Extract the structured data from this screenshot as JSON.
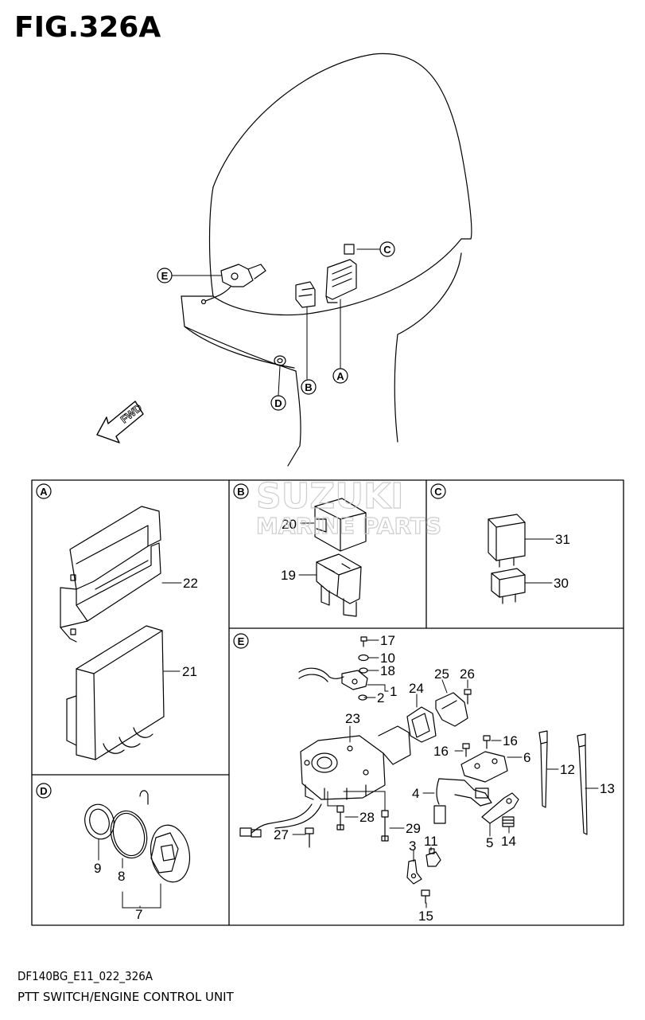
{
  "figure": {
    "title": "FIG.326A",
    "code": "DF140BG_E11_022_326A",
    "caption": "PTT SWITCH/ENGINE CONTROL UNIT"
  },
  "overview": {
    "fwd_label": "FWD",
    "callouts": [
      "E",
      "C",
      "B",
      "A",
      "D"
    ]
  },
  "watermark": {
    "line1": "SUZUKI",
    "line2": "MARINE PARTS"
  },
  "panels": {
    "A": {
      "letter": "A",
      "parts": [
        "22",
        "21"
      ]
    },
    "B": {
      "letter": "B",
      "parts": [
        "20",
        "19"
      ]
    },
    "C": {
      "letter": "C",
      "parts": [
        "31",
        "30"
      ]
    },
    "D": {
      "letter": "D",
      "parts": [
        "9",
        "8",
        "7"
      ]
    },
    "E": {
      "letter": "E",
      "parts": [
        "17",
        "10",
        "18",
        "1",
        "2",
        "25",
        "26",
        "24",
        "23",
        "16",
        "16",
        "6",
        "12",
        "13",
        "4",
        "28",
        "29",
        "27",
        "5",
        "14",
        "3",
        "11",
        "15"
      ]
    }
  }
}
